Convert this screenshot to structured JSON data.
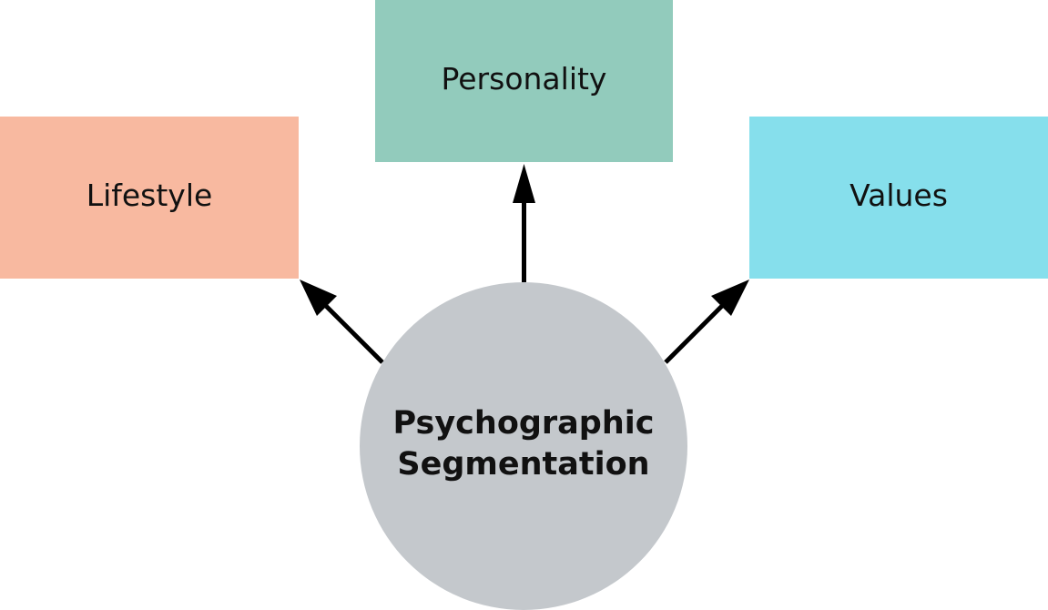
{
  "nodes": {
    "center": {
      "line1": "Psychographic",
      "line2": "Segmentation",
      "color": "#c4c8cc"
    },
    "lifestyle": {
      "label": "Lifestyle",
      "color": "#f8b9a0"
    },
    "personality": {
      "label": "Personality",
      "color": "#92cbbc"
    },
    "values": {
      "label": "Values",
      "color": "#86dfec"
    }
  },
  "edges": [
    {
      "from": "center",
      "to": "lifestyle"
    },
    {
      "from": "center",
      "to": "personality"
    },
    {
      "from": "center",
      "to": "values"
    }
  ],
  "colors": {
    "arrow": "#000000"
  }
}
